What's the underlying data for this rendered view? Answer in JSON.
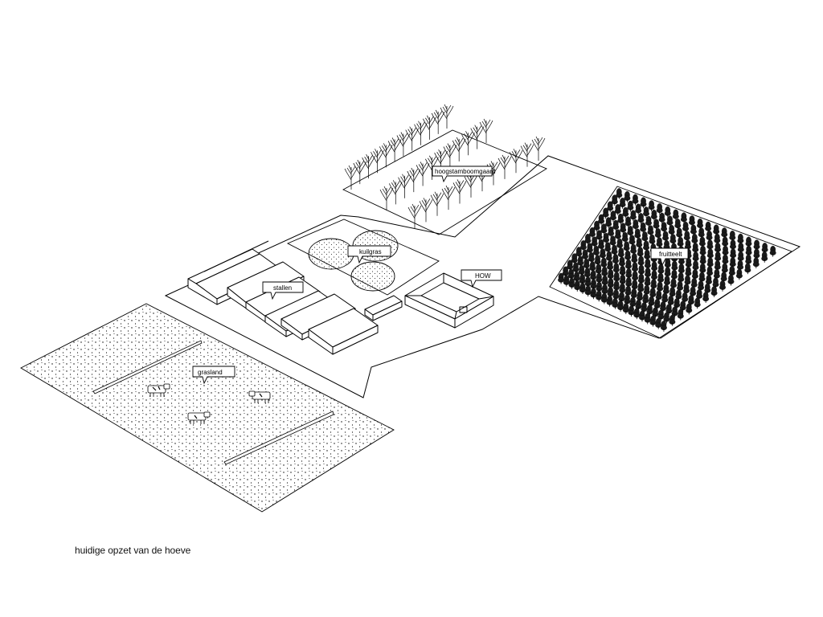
{
  "labels": {
    "hoogstamboomgaard": "hoogstamboomgaard",
    "kuilgras": "kuilgras",
    "HOW": "HOW",
    "stallen": "stallen",
    "fruitteelt": "fruitteelt",
    "grasland": "grasland"
  },
  "caption": "huidige opzet van de hoeve",
  "colors": {
    "line": "#000000",
    "background": "#ffffff",
    "tree": "#1a1a1a"
  }
}
